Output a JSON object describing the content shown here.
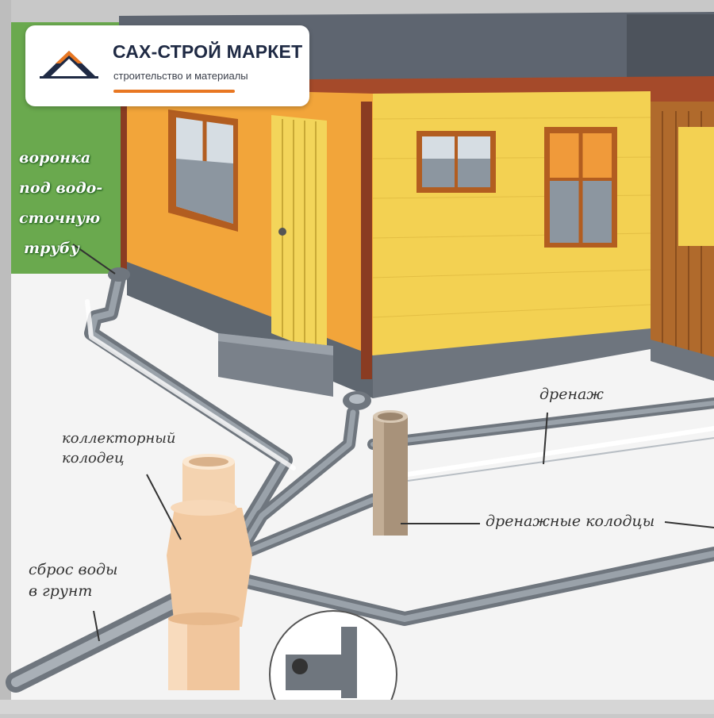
{
  "brand": {
    "name": "САХ-СТРОЙ МАРКЕТ",
    "tagline": "строительство и материалы",
    "accent": "#e87722",
    "text_color": "#1f2a44"
  },
  "labels": {
    "funnel": [
      "воронка",
      "под водо-",
      "сточную",
      "трубу"
    ],
    "drainage": "дренаж",
    "collector_well": [
      "коллекторный",
      "колодец"
    ],
    "drainage_wells": "дренажные колодцы",
    "water_discharge": [
      "сброс воды",
      "в грунт"
    ]
  },
  "colors": {
    "wall_orange": "#f2a53a",
    "wall_yellow": "#f3d152",
    "roof": "#5e6570",
    "pipe": "#7a8088",
    "ground": "#f4f4f4",
    "grass": "#6aa94e"
  }
}
